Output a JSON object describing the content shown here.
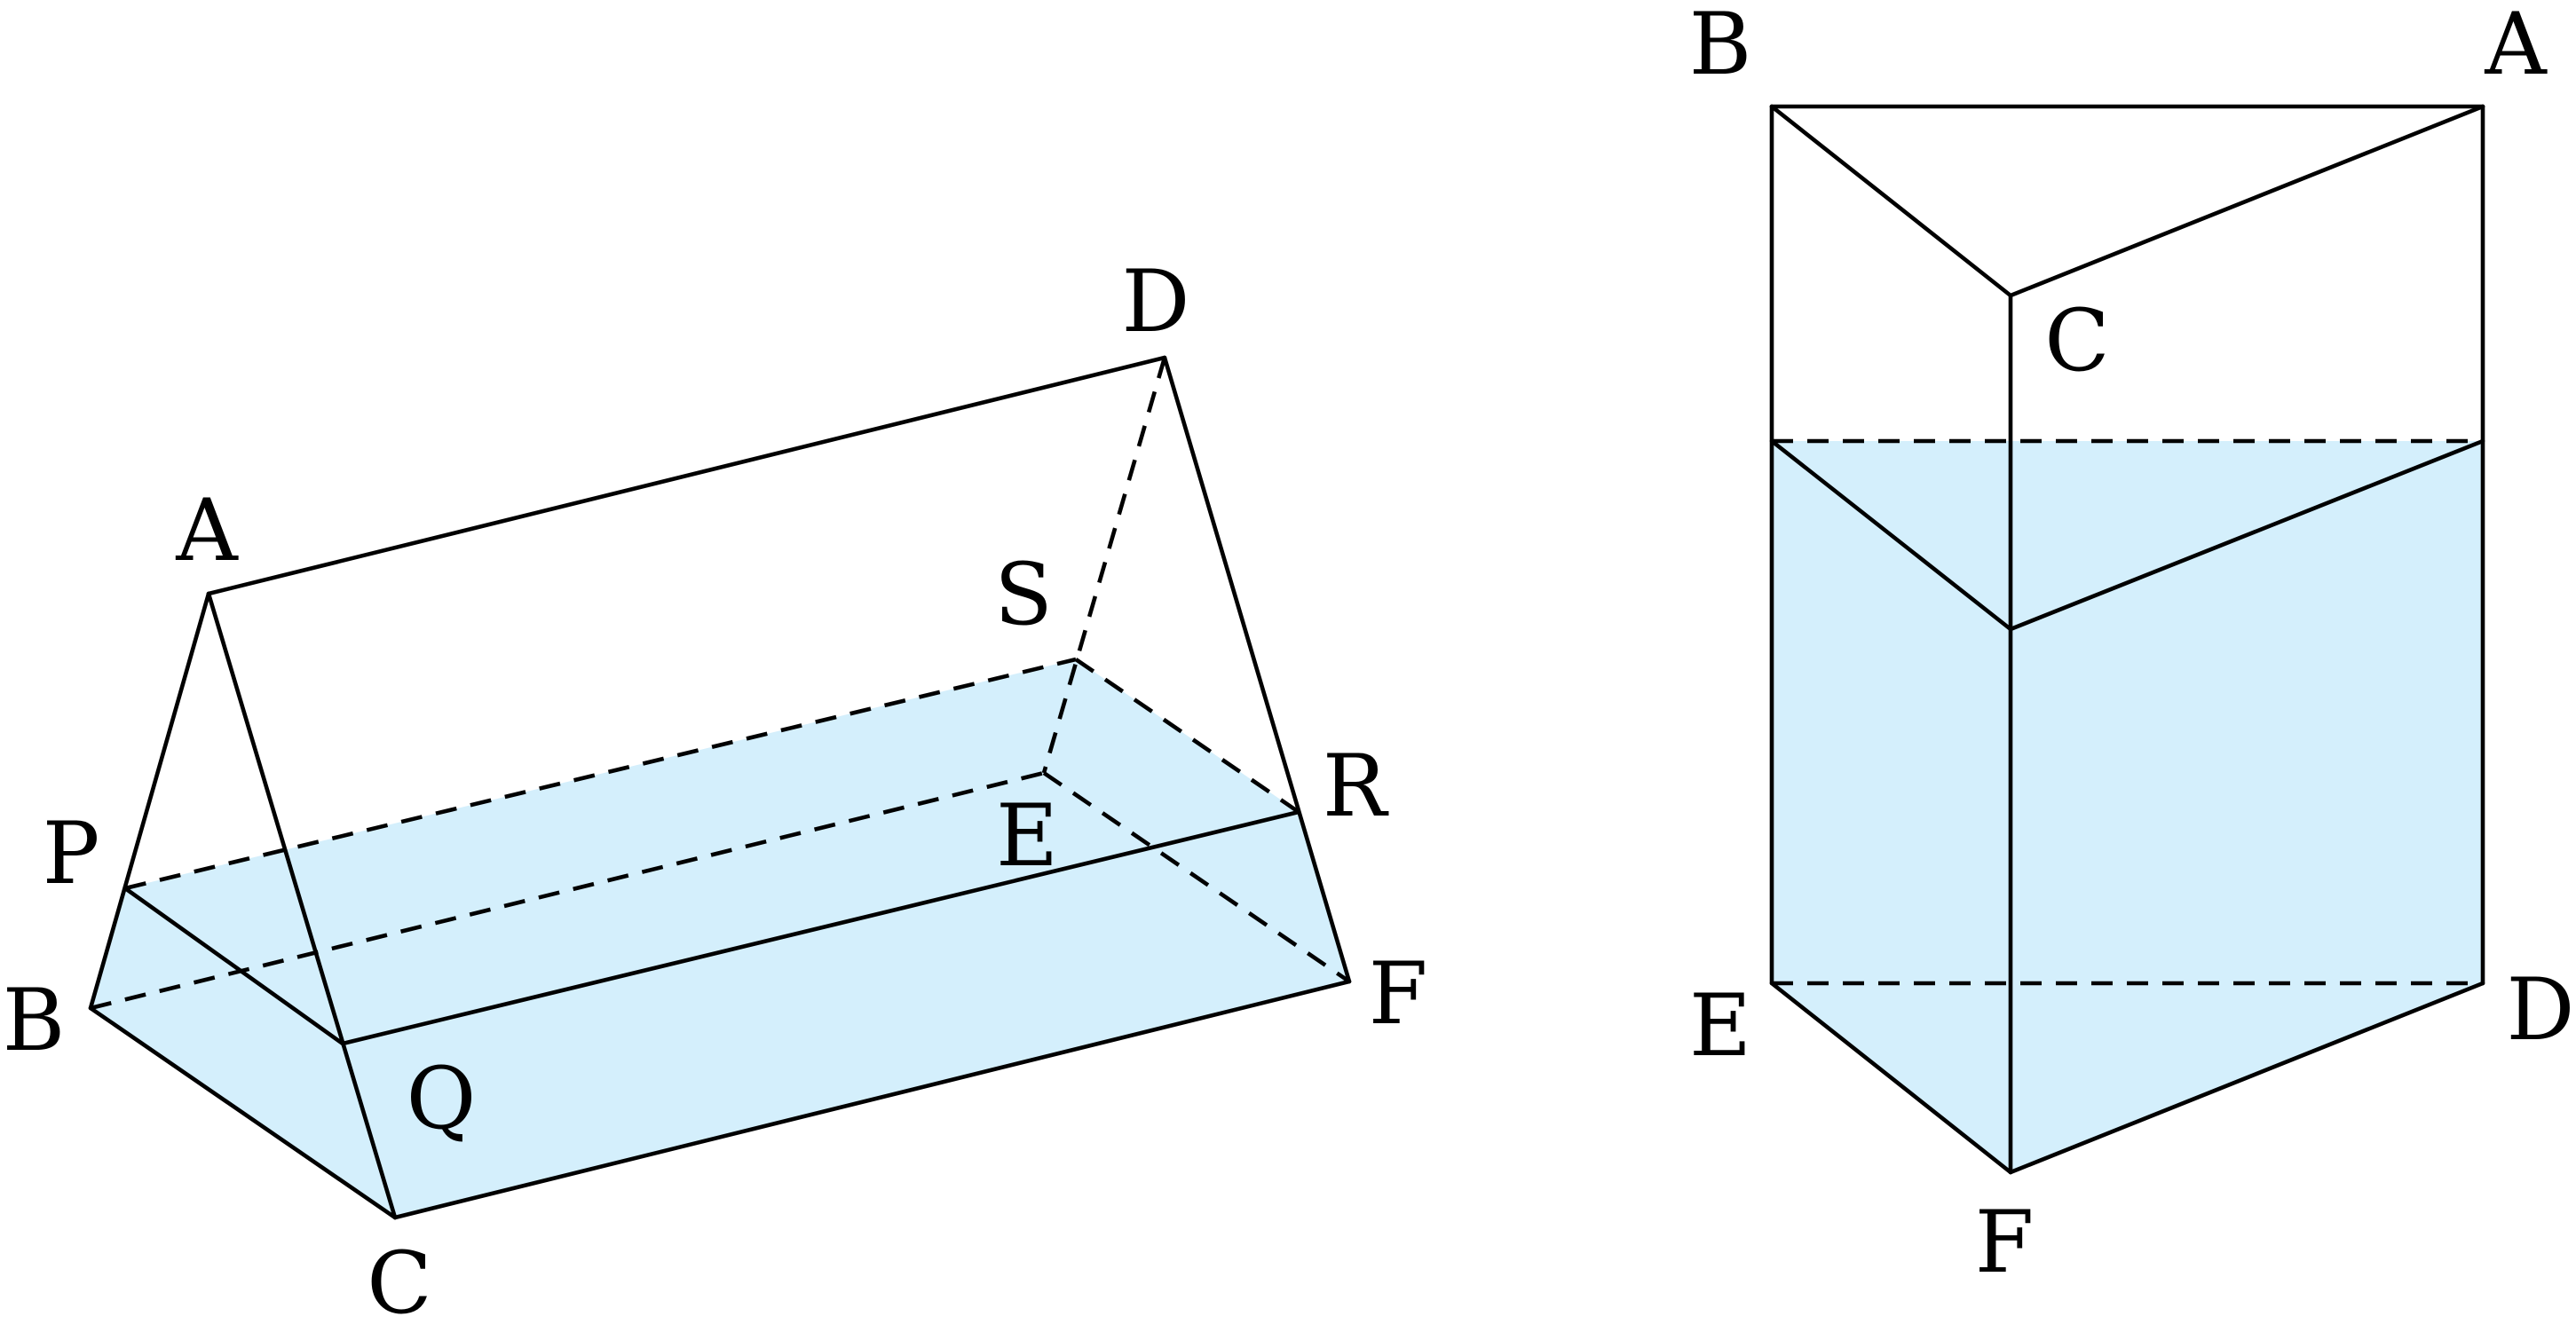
{
  "colors": {
    "water": "#d4effc",
    "line": "#000000"
  },
  "left_prism": {
    "labels": {
      "A": "A",
      "B": "B",
      "C": "C",
      "D": "D",
      "E": "E",
      "F": "F",
      "P": "P",
      "Q": "Q",
      "R": "R",
      "S": "S"
    }
  },
  "right_prism": {
    "labels": {
      "A": "A",
      "B": "B",
      "C": "C",
      "D": "D",
      "E": "E",
      "F": "F"
    }
  }
}
